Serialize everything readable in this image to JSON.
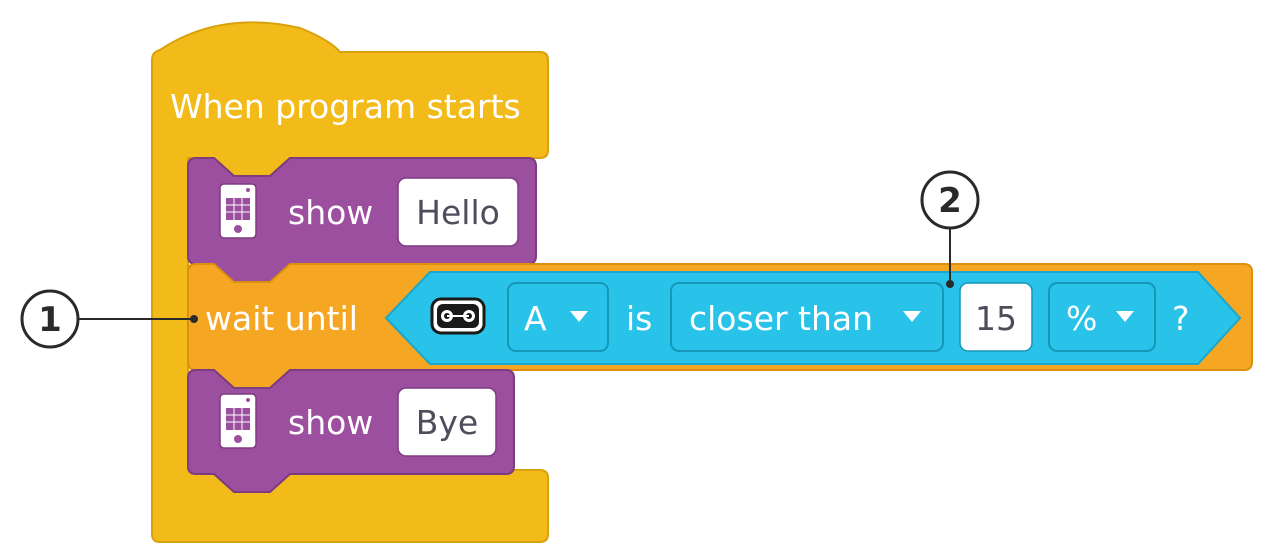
{
  "hat_block": {
    "label": "When program starts",
    "color": "#f2bb1a"
  },
  "show_block_1": {
    "label": "show",
    "value": "Hello",
    "icon": "light-matrix-icon",
    "color": "#9b4f9e"
  },
  "wait_block": {
    "label": "wait until",
    "color": "#f5a623"
  },
  "sensor_block": {
    "icon": "distance-sensor-icon",
    "port": "A",
    "is_label": "is",
    "comparison": "closer than",
    "value": "15",
    "unit": "%",
    "question": "?",
    "color": "#29c2e8"
  },
  "show_block_2": {
    "label": "show",
    "value": "Bye",
    "icon": "light-matrix-icon",
    "color": "#9b4f9e"
  },
  "callouts": [
    {
      "number": "1"
    },
    {
      "number": "2"
    }
  ]
}
